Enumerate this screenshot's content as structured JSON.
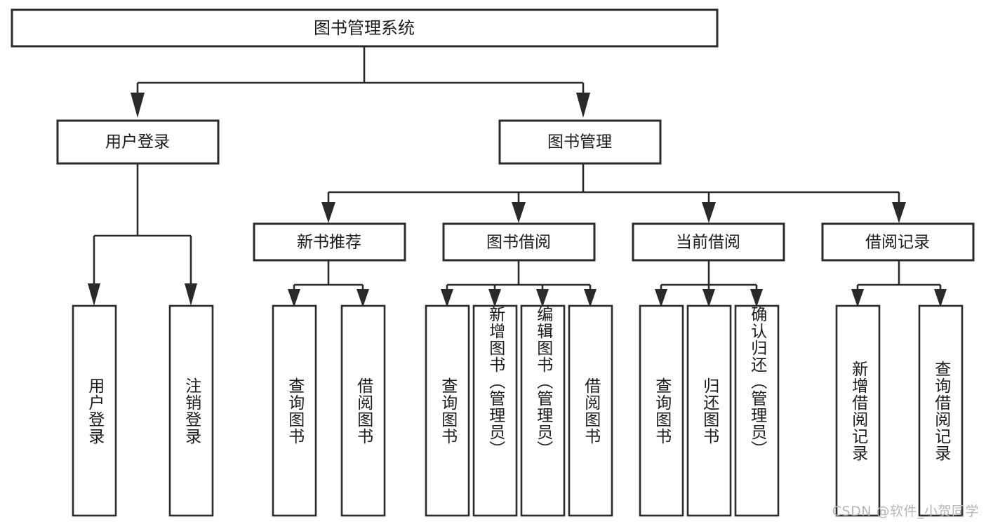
{
  "diagram": {
    "title": "图书管理系统",
    "watermark": "CSDN @软件_小贺同学",
    "type": "tree-hierarchy-chart",
    "colors": {
      "box_stroke": "#2a2a2a",
      "box_fill": "#ffffff",
      "text": "#1b1b1b",
      "background": "#ffffff",
      "watermark": "#b6b6b6"
    },
    "root": {
      "label": "图书管理系统"
    },
    "level2": [
      {
        "label": "用户登录"
      },
      {
        "label": "图书管理"
      }
    ],
    "level3": [
      {
        "label": "新书推荐"
      },
      {
        "label": "图书借阅"
      },
      {
        "label": "当前借阅"
      },
      {
        "label": "借阅记录"
      }
    ],
    "leaves": {
      "user_login": [
        {
          "label": "用户登录"
        },
        {
          "label": "注销登录"
        }
      ],
      "new_book_recommend": [
        {
          "label": "查询图书"
        },
        {
          "label": "借阅图书"
        }
      ],
      "book_borrow": [
        {
          "label": "查询图书"
        },
        {
          "label": "新增图书（管理员）"
        },
        {
          "label": "编辑图书（管理员）"
        },
        {
          "label": "借阅图书"
        }
      ],
      "current_borrow": [
        {
          "label": "查询图书"
        },
        {
          "label": "归还图书"
        },
        {
          "label": "确认归还（管理员）"
        }
      ],
      "borrow_records": [
        {
          "label": "新增借阅记录"
        },
        {
          "label": "查询借阅记录"
        }
      ]
    }
  },
  "chart_data": {
    "type": "table",
    "title": "图书管理系统",
    "tree": [
      {
        "name": "图书管理系统",
        "children": [
          {
            "name": "用户登录",
            "children": [
              {
                "name": "用户登录"
              },
              {
                "name": "注销登录"
              }
            ]
          },
          {
            "name": "图书管理",
            "children": [
              {
                "name": "新书推荐",
                "children": [
                  {
                    "name": "查询图书"
                  },
                  {
                    "name": "借阅图书"
                  }
                ]
              },
              {
                "name": "图书借阅",
                "children": [
                  {
                    "name": "查询图书"
                  },
                  {
                    "name": "新增图书（管理员）"
                  },
                  {
                    "name": "编辑图书（管理员）"
                  },
                  {
                    "name": "借阅图书"
                  }
                ]
              },
              {
                "name": "当前借阅",
                "children": [
                  {
                    "name": "查询图书"
                  },
                  {
                    "name": "归还图书"
                  },
                  {
                    "name": "确认归还（管理员）"
                  }
                ]
              },
              {
                "name": "借阅记录",
                "children": [
                  {
                    "name": "新增借阅记录"
                  },
                  {
                    "name": "查询借阅记录"
                  }
                ]
              }
            ]
          }
        ]
      }
    ]
  }
}
